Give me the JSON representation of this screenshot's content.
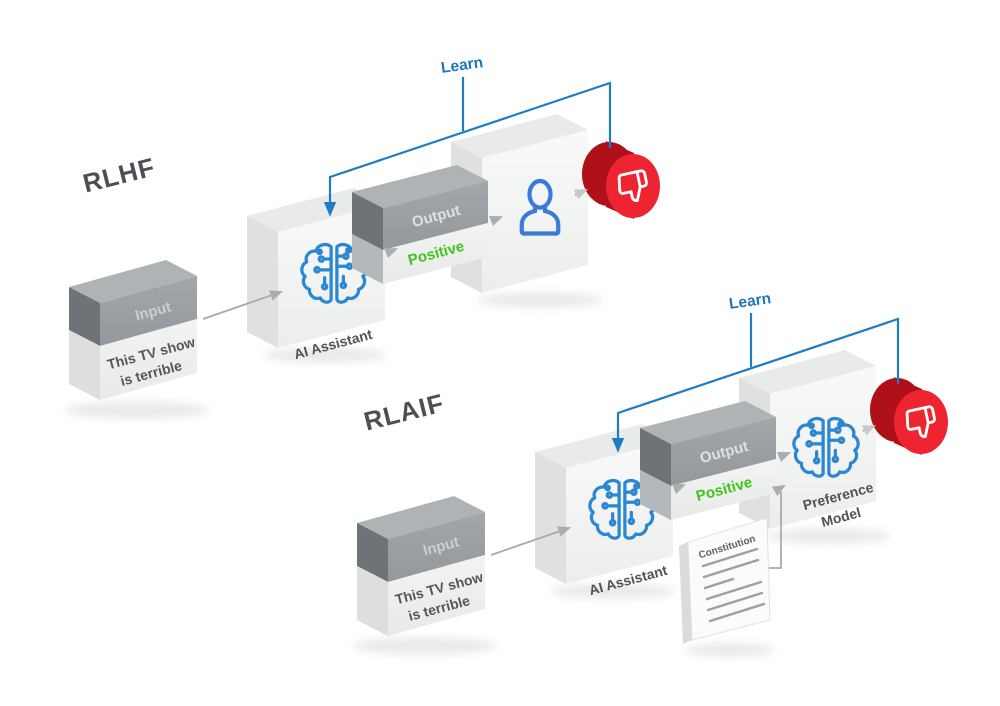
{
  "figure": {
    "type": "isometric-flow-diagram",
    "description": "Comparison of RLHF and RLAIF training loops",
    "background": "#ffffff"
  },
  "colors": {
    "learn_blue": "#1878be",
    "icon_blue": "#2b87d2",
    "positive_green": "#3cc51d",
    "feedback_red": "#ee2430",
    "feedback_red_dark": "#b01019",
    "box_gray": "#9ba0a5",
    "title_gray": "#4b5054"
  },
  "rlhf": {
    "title": "RLHF",
    "learn_label": "Learn",
    "input_box": {
      "label": "Input",
      "text_line1": "This TV show",
      "text_line2": "is terrible"
    },
    "ai_box": {
      "label": "AI Assistant",
      "icon": "circuit-brain-icon"
    },
    "output_box": {
      "label": "Output",
      "value": "Positive"
    },
    "evaluator_box": {
      "icon": "person-icon"
    },
    "feedback": {
      "icon": "thumbs-down-icon"
    }
  },
  "rlaif": {
    "title": "RLAIF",
    "learn_label": "Learn",
    "input_box": {
      "label": "Input",
      "text_line1": "This TV show",
      "text_line2": "is terrible"
    },
    "ai_box": {
      "label": "AI Assistant",
      "icon": "circuit-brain-icon"
    },
    "output_box": {
      "label": "Output",
      "value": "Positive"
    },
    "preference_box": {
      "label_line1": "Preference",
      "label_line2": "Model",
      "icon": "circuit-brain-icon"
    },
    "constitution_doc": {
      "title": "Constitution",
      "icon": "document-icon"
    },
    "feedback": {
      "icon": "thumbs-down-icon"
    }
  }
}
